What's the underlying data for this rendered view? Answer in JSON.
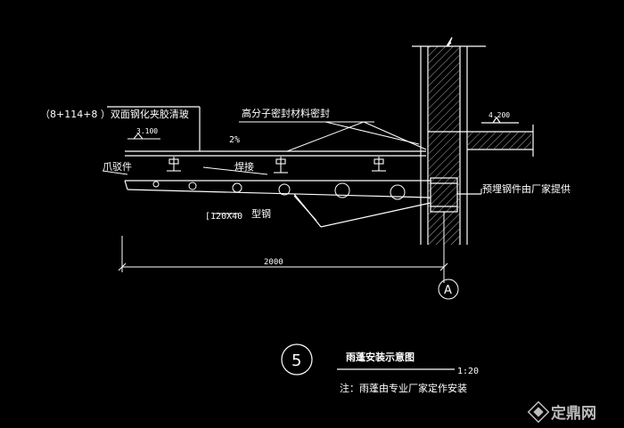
{
  "labels": {
    "glass": "（8+114+8 ）双面钢化夹胶清玻",
    "sealant": "高分子密封材料密封",
    "elev_left": "3.100",
    "elev_right": "4.200",
    "slope": "2%",
    "fitting": "爪驳件",
    "weld": "焊接",
    "embedded": "预埋钢件由厂家提供",
    "channel_size": "120X40",
    "steel_type": "型钢",
    "dimension": "2000",
    "axis": "A",
    "detail_number": "5",
    "detail_title": "雨蓬安装示意图",
    "scale": "1:20",
    "note": "注：雨蓬由专业厂家定作安装",
    "watermark_brand": "定鼎网"
  },
  "colors": {
    "background": "#000000",
    "line": "#ffffff",
    "text": "#ffffff",
    "accent_green": "#00ff00",
    "wall_fill": "#1a1a1a"
  }
}
